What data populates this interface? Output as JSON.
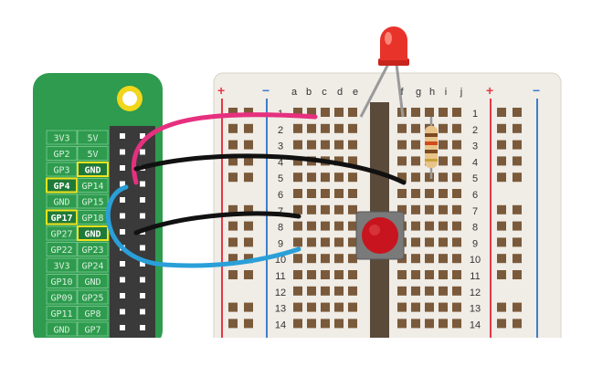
{
  "pi": {
    "pin_rows": [
      [
        "3V3",
        "5V"
      ],
      [
        "GP2",
        "5V"
      ],
      [
        "GP3",
        "GND"
      ],
      [
        "GP4",
        "GP14"
      ],
      [
        "GND",
        "GP15"
      ],
      [
        "GP17",
        "GP18"
      ],
      [
        "GP27",
        "GND"
      ],
      [
        "GP22",
        "GP23"
      ],
      [
        "3V3",
        "GP24"
      ],
      [
        "GP10",
        "GND"
      ],
      [
        "GP09",
        "GP25"
      ],
      [
        "GP11",
        "GP8"
      ],
      [
        "GND",
        "GP7"
      ]
    ],
    "highlighted": [
      "GND",
      "GP4",
      "GP17"
    ]
  },
  "breadboard": {
    "rail_plus": "+",
    "rail_minus": "−",
    "columns_left": [
      "a",
      "b",
      "c",
      "d",
      "e"
    ],
    "columns_right": [
      "f",
      "g",
      "h",
      "i",
      "j"
    ],
    "row_numbers": [
      "1",
      "2",
      "3",
      "4",
      "5",
      "6",
      "7",
      "8",
      "9",
      "10",
      "11",
      "12",
      "13",
      "14"
    ]
  },
  "colors": {
    "board_green": "#2e9b4e",
    "wire_pink": "#e6307f",
    "wire_black": "#111111",
    "wire_blue": "#2a9fd8",
    "led_red": "#e8332b",
    "button_red": "#c8141e"
  }
}
